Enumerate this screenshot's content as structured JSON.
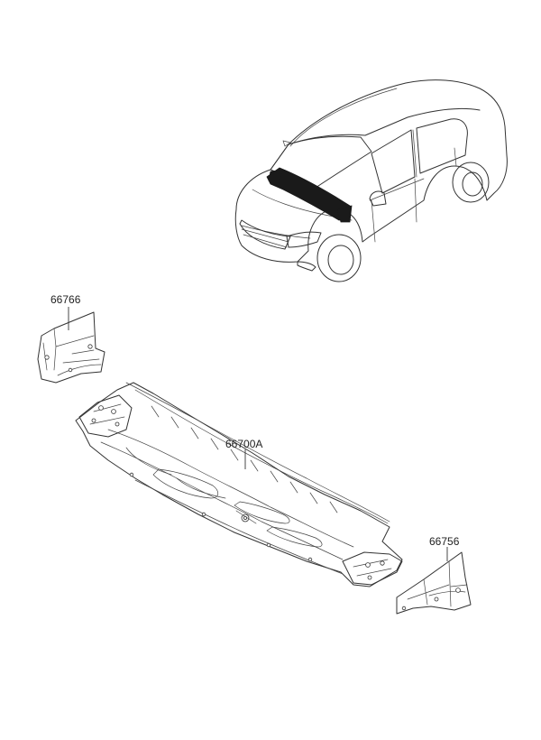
{
  "parts": [
    {
      "id": "cowl-side-left",
      "number": "66766"
    },
    {
      "id": "cowl-panel",
      "number": "66700A"
    },
    {
      "id": "cowl-side-right",
      "number": "66756"
    }
  ],
  "colors": {
    "line": "#333333",
    "highlight": "#1a1a1a",
    "background": "#ffffff"
  }
}
